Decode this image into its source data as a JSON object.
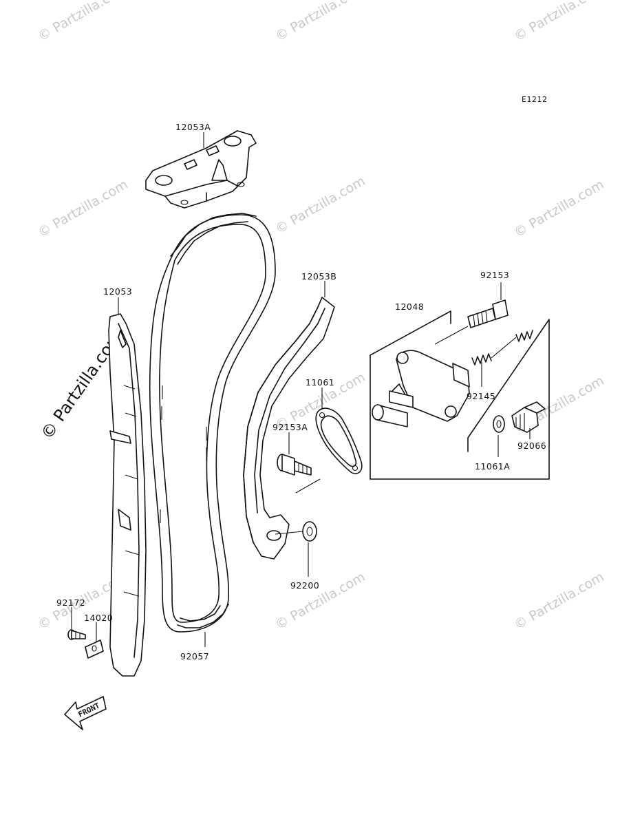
{
  "diagram_code": "E1212",
  "watermark_text": "© Partzilla.com",
  "front_label": "FRONT",
  "callouts": {
    "chain_guide_upper": "12053A",
    "chain_guide_rear": "12053B",
    "chain_guide_front": "12053",
    "tensioner_assy": "12048",
    "bolt_tensioner": "92153",
    "spring": "92145",
    "gasket_tensioner": "11061",
    "bolt_guide": "92153A",
    "washer_seal": "11061A",
    "plug": "92066",
    "washer": "92200",
    "screw": "92172",
    "collar": "14020",
    "cam_chain": "92057"
  }
}
